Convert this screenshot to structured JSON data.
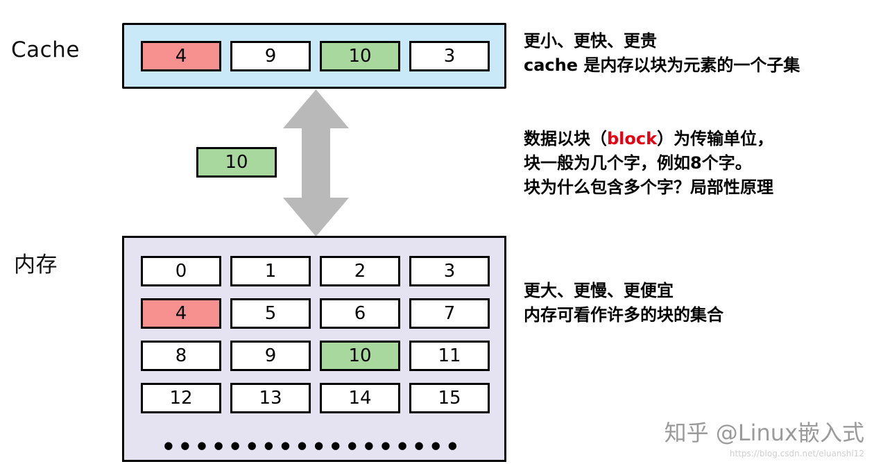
{
  "labels": {
    "cache": "Cache",
    "memory": "内存"
  },
  "cache_box": {
    "cells": [
      {
        "value": "4",
        "color": "pink"
      },
      {
        "value": "9",
        "color": "white"
      },
      {
        "value": "10",
        "color": "green"
      },
      {
        "value": "3",
        "color": "white"
      }
    ]
  },
  "transfer_block": {
    "value": "10",
    "color": "green"
  },
  "memory_box": {
    "cells": [
      {
        "value": "0",
        "color": "white"
      },
      {
        "value": "1",
        "color": "white"
      },
      {
        "value": "2",
        "color": "white"
      },
      {
        "value": "3",
        "color": "white"
      },
      {
        "value": "4",
        "color": "pink"
      },
      {
        "value": "5",
        "color": "white"
      },
      {
        "value": "6",
        "color": "white"
      },
      {
        "value": "7",
        "color": "white"
      },
      {
        "value": "8",
        "color": "white"
      },
      {
        "value": "9",
        "color": "white"
      },
      {
        "value": "10",
        "color": "green"
      },
      {
        "value": "11",
        "color": "white"
      },
      {
        "value": "12",
        "color": "white"
      },
      {
        "value": "13",
        "color": "white"
      },
      {
        "value": "14",
        "color": "white"
      },
      {
        "value": "15",
        "color": "white"
      }
    ],
    "ellipsis": "●●●●●●●●●●●●●●●●●●"
  },
  "annotations": {
    "cache_note_line1": "更小、更快、更贵",
    "cache_note_line2": "cache 是内存以块为元素的一个子集",
    "block_note_line1_pre": "数据以块（",
    "block_note_line1_highlight": "block",
    "block_note_line1_post": "）为传输单位，",
    "block_note_line2": "块一般为几个字，例如8个字。",
    "block_note_line3": "块为什么包含多个字？局部性原理",
    "memory_note_line1": "更大、更慢、更便宜",
    "memory_note_line2": "内存可看作许多的块的集合"
  },
  "watermark": {
    "zhihu": "知乎 @Linux嵌入式",
    "url": "https://blog.csdn.net/eluanshi12"
  },
  "colors": {
    "cache_box_bg": "#c9e8f8",
    "memory_box_bg": "#e5e3f2",
    "cell_pink": "#f7918f",
    "cell_green": "#a9d89e",
    "arrow_gray": "#b9b9b9",
    "block_red": "#e60012",
    "watermark_gray": "#9a9a9a"
  }
}
